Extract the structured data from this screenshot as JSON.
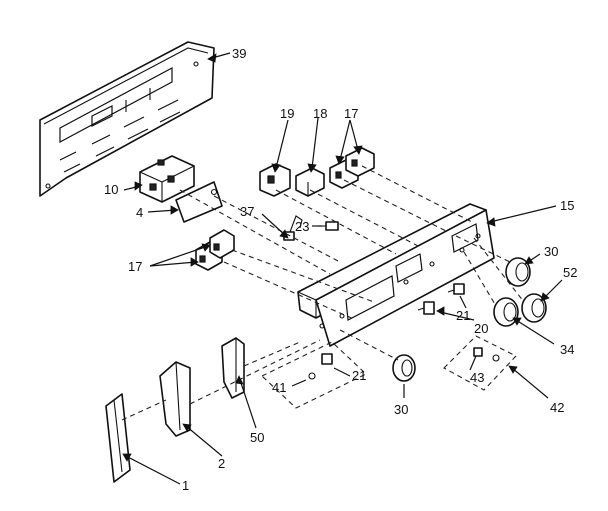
{
  "callouts": [
    {
      "id": "c1",
      "text": "1"
    },
    {
      "id": "c2",
      "text": "2"
    },
    {
      "id": "c4",
      "text": "4"
    },
    {
      "id": "c10",
      "text": "10"
    },
    {
      "id": "c15",
      "text": "15"
    },
    {
      "id": "c17a",
      "text": "17"
    },
    {
      "id": "c17b",
      "text": "17"
    },
    {
      "id": "c18",
      "text": "18"
    },
    {
      "id": "c19",
      "text": "19"
    },
    {
      "id": "c20",
      "text": "20"
    },
    {
      "id": "c21a",
      "text": "21"
    },
    {
      "id": "c21b",
      "text": "21"
    },
    {
      "id": "c23",
      "text": "23"
    },
    {
      "id": "c30a",
      "text": "30"
    },
    {
      "id": "c30b",
      "text": "30"
    },
    {
      "id": "c34",
      "text": "34"
    },
    {
      "id": "c37",
      "text": "37"
    },
    {
      "id": "c39",
      "text": "39"
    },
    {
      "id": "c41",
      "text": "41"
    },
    {
      "id": "c42",
      "text": "42"
    },
    {
      "id": "c43",
      "text": "43"
    },
    {
      "id": "c50",
      "text": "50"
    },
    {
      "id": "c52",
      "text": "52"
    }
  ]
}
